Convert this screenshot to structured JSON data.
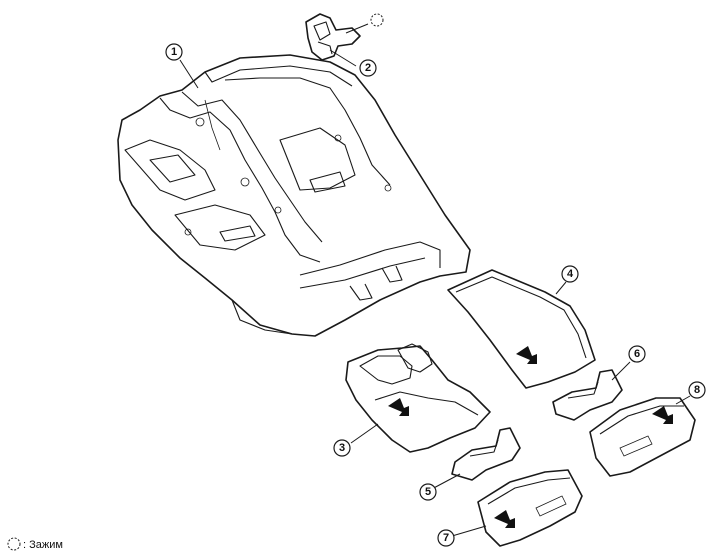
{
  "callouts": {
    "c1": "1",
    "c2": "2",
    "c3": "3",
    "c4": "4",
    "c5": "5",
    "c6": "6",
    "c7": "7",
    "c8": "8"
  },
  "legend": {
    "text": ": Зажим"
  }
}
